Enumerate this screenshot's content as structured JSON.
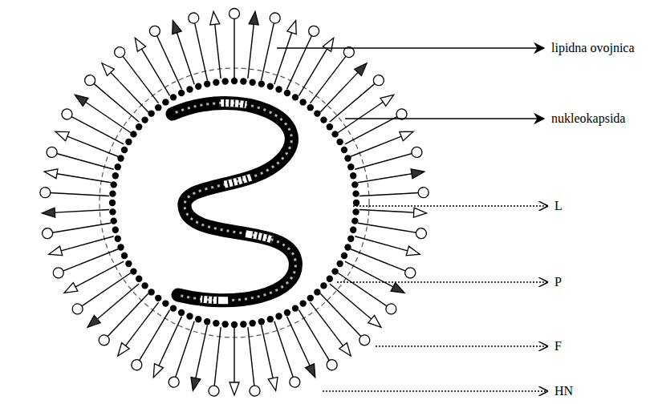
{
  "diagram": {
    "labels": [
      "lipidna ovojnica",
      "nukleokapsida",
      "L",
      "P",
      "F",
      "HN"
    ]
  }
}
